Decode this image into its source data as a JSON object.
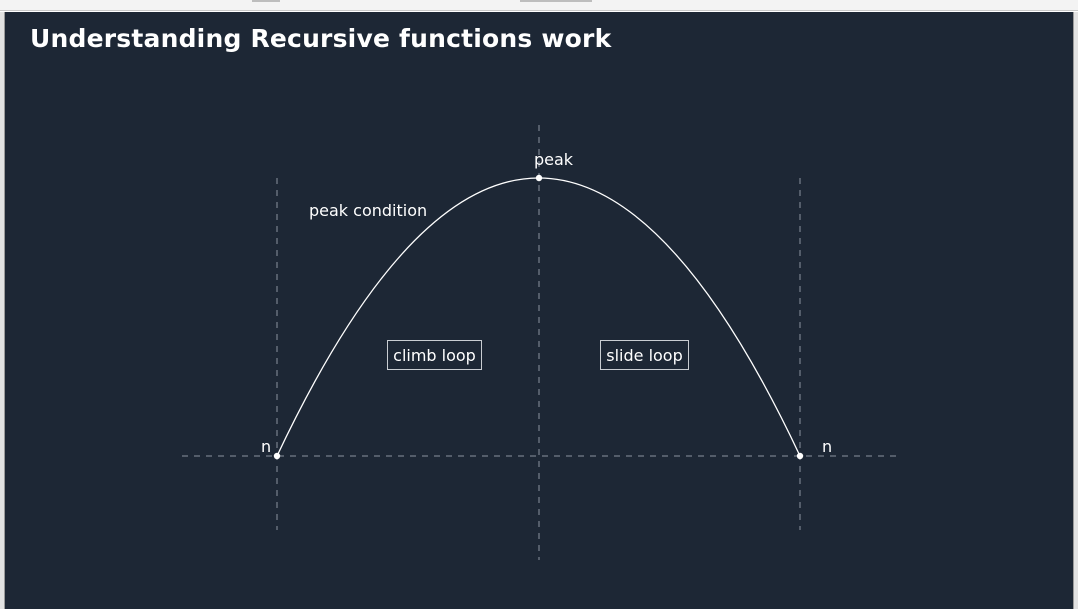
{
  "title": "Understanding Recursive functions work",
  "diagram": {
    "curve_label": "peak condition",
    "peak_label": "peak",
    "left_end_label": "n",
    "right_end_label": "n",
    "left_region_label": "climb loop",
    "right_region_label": "slide loop"
  },
  "colors": {
    "background": "#1d2735",
    "foreground": "#ffffff",
    "guide": "#8a939e"
  }
}
